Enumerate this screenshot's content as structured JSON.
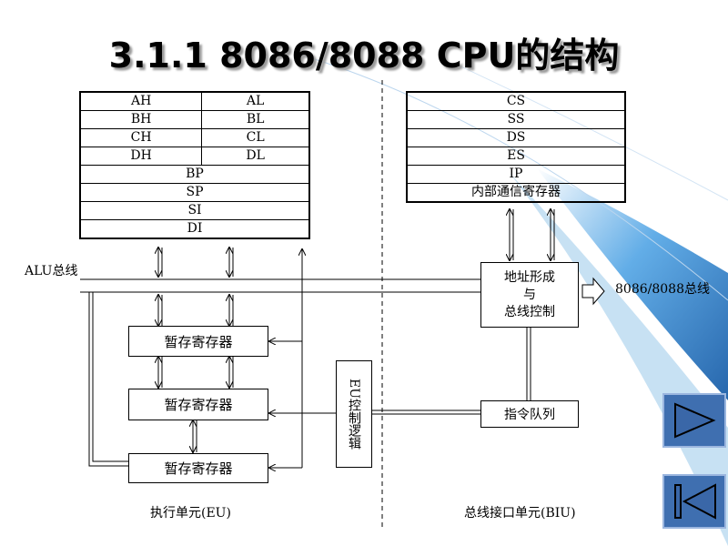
{
  "title": "3.1.1 8086/8088 CPU的结构",
  "eu_registers": {
    "pairs": [
      [
        "AH",
        "AL"
      ],
      [
        "BH",
        "BL"
      ],
      [
        "CH",
        "CL"
      ],
      [
        "DH",
        "DL"
      ]
    ],
    "full": [
      "BP",
      "SP",
      "SI",
      "DI"
    ]
  },
  "biu_registers": [
    "CS",
    "SS",
    "DS",
    "ES",
    "IP",
    "内部通信寄存器"
  ],
  "labels": {
    "alu_bus": "ALU总线",
    "addr_line1": "地址形成",
    "addr_line2": "与",
    "addr_line3": "总线控制",
    "external_bus": "8086/8088总线",
    "temp_reg_1": "暂存寄存器",
    "temp_reg_2": "暂存寄存器",
    "temp_reg_3": "暂存寄存器",
    "eu_control": "EU控制逻辑",
    "instr_queue": "指令队列",
    "eu_caption": "执行单元(EU)",
    "biu_caption": "总线接口单元(BIU)"
  },
  "colors": {
    "accent": "#3f6fb0",
    "swoosh": "#2f7fc8"
  },
  "icons": {
    "next": "play-triangle-icon",
    "first": "skip-back-icon"
  }
}
